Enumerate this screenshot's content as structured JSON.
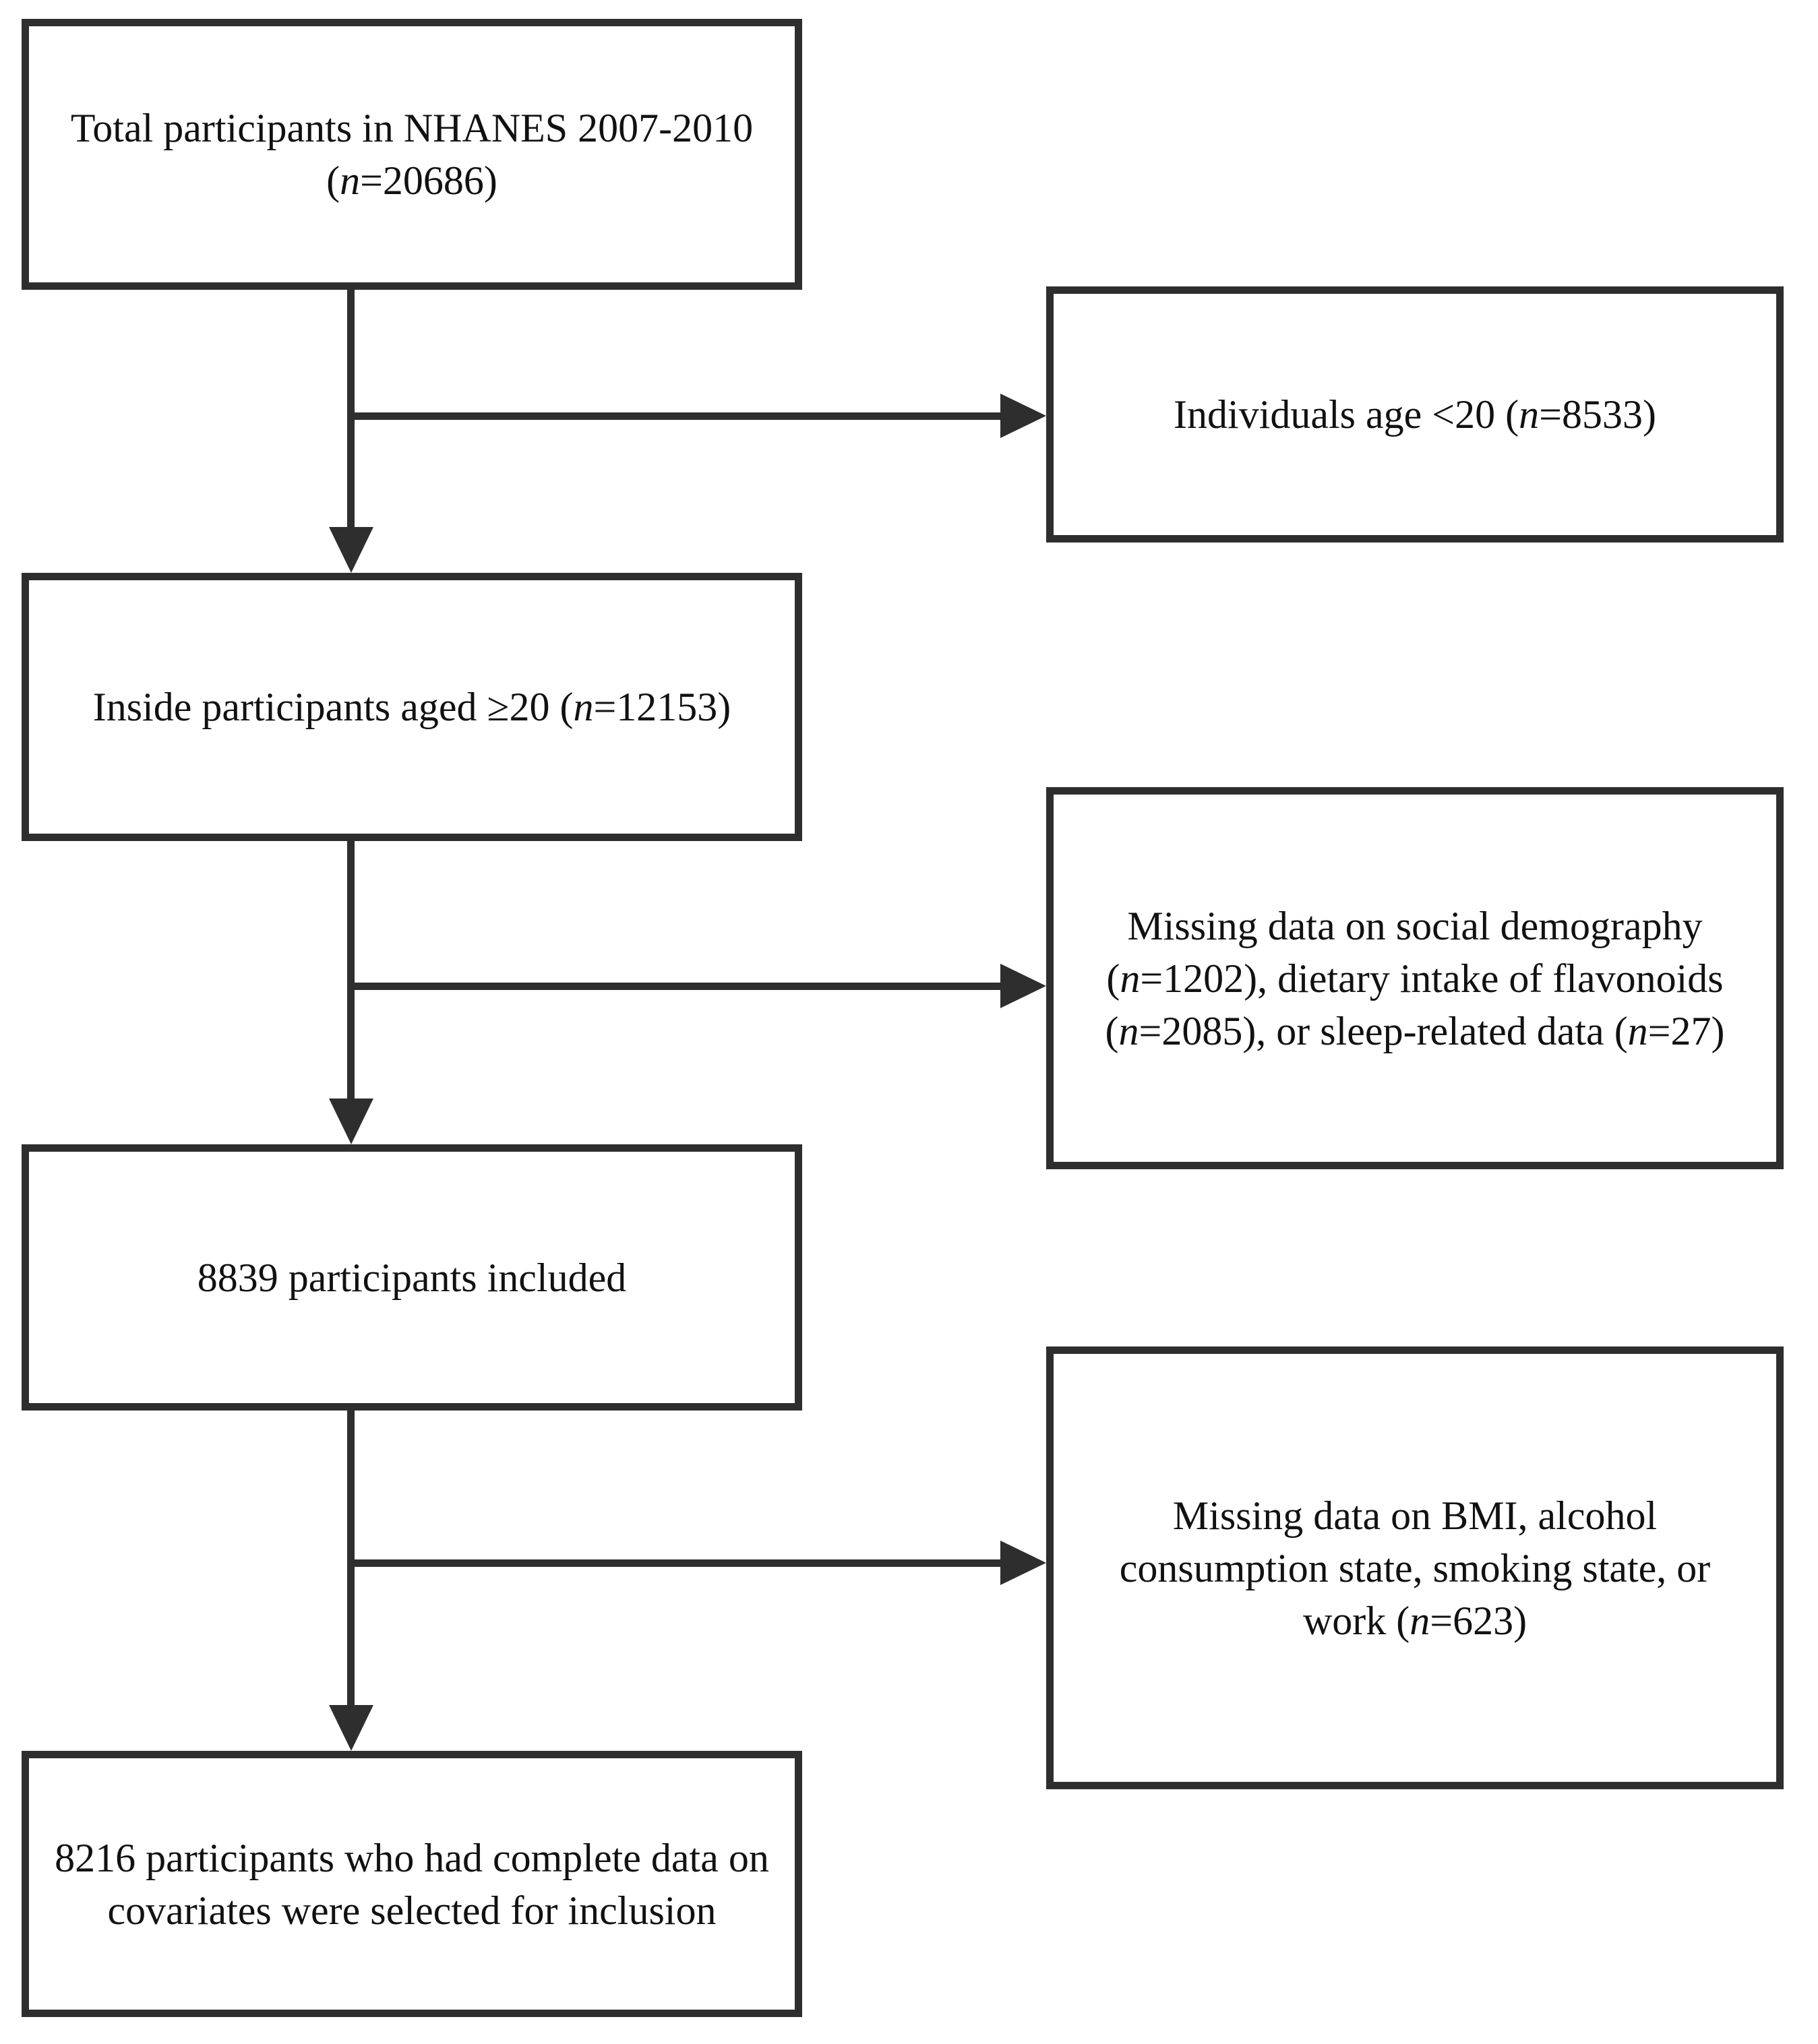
{
  "figure": {
    "type": "flowchart",
    "orientation": "vertical-with-right-exclusions",
    "box_border_color": "#2e2e2e",
    "connector_color": "#2e2e2e",
    "background_color": "#ffffff",
    "text_color": "#111111"
  },
  "nodes": {
    "total_participants": {
      "id": "box-total",
      "column": "left",
      "order": 1,
      "text": "Total participants in NHANES 2007-2010 (n=20686)",
      "n": 20686,
      "label": "Total participants in NHANES 2007-2010"
    },
    "excluded_age": {
      "id": "box-excl-age",
      "column": "right",
      "order": 1,
      "text": "Individuals age <20 (n=8533)",
      "n": 8533,
      "label": "Individuals age <20"
    },
    "aged_20_plus": {
      "id": "box-aged20",
      "column": "left",
      "order": 2,
      "text": "Inside participants aged ≥20 (n=12153)",
      "n": 12153,
      "label": "Inside participants aged ≥20"
    },
    "excluded_missing_1": {
      "id": "box-excl-missing1",
      "column": "right",
      "order": 2,
      "text": "Missing  data on social demography (n=1202), dietary intake of flavonoids (n=2085), or sleep-related data (n=27)",
      "label": "Missing data on social demography, dietary intake of flavonoids, or sleep-related data",
      "components": [
        {
          "reason": "social demography",
          "n": 1202
        },
        {
          "reason": "dietary intake of flavonoids",
          "n": 2085
        },
        {
          "reason": "sleep-related data",
          "n": 27
        }
      ]
    },
    "included_8839": {
      "id": "box-included",
      "column": "left",
      "order": 3,
      "text": "8839 participants included",
      "n": 8839,
      "label": "participants included"
    },
    "excluded_missing_2": {
      "id": "box-excl-missing2",
      "column": "right",
      "order": 3,
      "text": "Missing  data on BMI, alcohol consumption state, smoking state, or work (n=623)",
      "label": "Missing data on BMI, alcohol consumption state, smoking state, or work",
      "n": 623
    },
    "final_sample": {
      "id": "box-final",
      "column": "left",
      "order": 4,
      "text": "8216 participants who had complete data on covariates were selected for inclusion",
      "n": 8216,
      "label": "participants who had complete data on covariates were selected for inclusion"
    }
  },
  "edges": [
    {
      "from": "total_participants",
      "to": "aged_20_plus",
      "kind": "down-arrow"
    },
    {
      "from": "total_participants",
      "to": "excluded_age",
      "kind": "right-arrow"
    },
    {
      "from": "aged_20_plus",
      "to": "included_8839",
      "kind": "down-arrow"
    },
    {
      "from": "aged_20_plus",
      "to": "excluded_missing_1",
      "kind": "right-arrow"
    },
    {
      "from": "included_8839",
      "to": "final_sample",
      "kind": "down-arrow"
    },
    {
      "from": "included_8839",
      "to": "excluded_missing_2",
      "kind": "right-arrow"
    }
  ]
}
